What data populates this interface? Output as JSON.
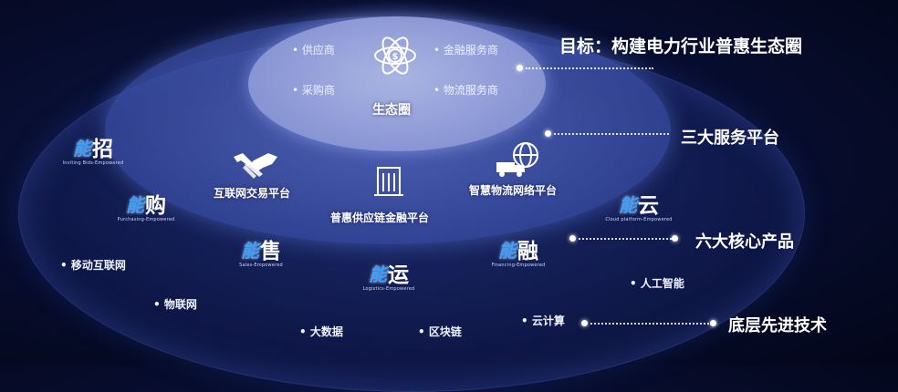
{
  "goal": {
    "text": "目标：构建电力行业普惠生态圈"
  },
  "layers": {
    "platforms": "三大服务平台",
    "products": "六大核心产品",
    "technology": "底层先进技术"
  },
  "ecosystem": {
    "center_label": "生态圈",
    "members": [
      "供应商",
      "金融服务商",
      "采购商",
      "物流服务商"
    ]
  },
  "platforms": [
    {
      "label": "互联网交易平台",
      "icon": "handshake-icon"
    },
    {
      "label": "普惠供应链金融平台",
      "icon": "building-icon"
    },
    {
      "label": "智慧物流网络平台",
      "icon": "truck-globe-icon"
    }
  ],
  "products": [
    {
      "logo": "能",
      "char": "招",
      "subtitle": "Inviting Bids-Empowered"
    },
    {
      "logo": "能",
      "char": "购",
      "subtitle": "Purchasing-Empowered"
    },
    {
      "logo": "能",
      "char": "售",
      "subtitle": "Sales-Empowered"
    },
    {
      "logo": "能",
      "char": "运",
      "subtitle": "Logistics-Empowered"
    },
    {
      "logo": "能",
      "char": "融",
      "subtitle": "Financing-Empowered"
    },
    {
      "logo": "能",
      "char": "云",
      "subtitle": "Cloud platform-Empowered"
    }
  ],
  "technologies": [
    "移动互联网",
    "物联网",
    "大数据",
    "区块链",
    "云计算",
    "人工智能"
  ]
}
